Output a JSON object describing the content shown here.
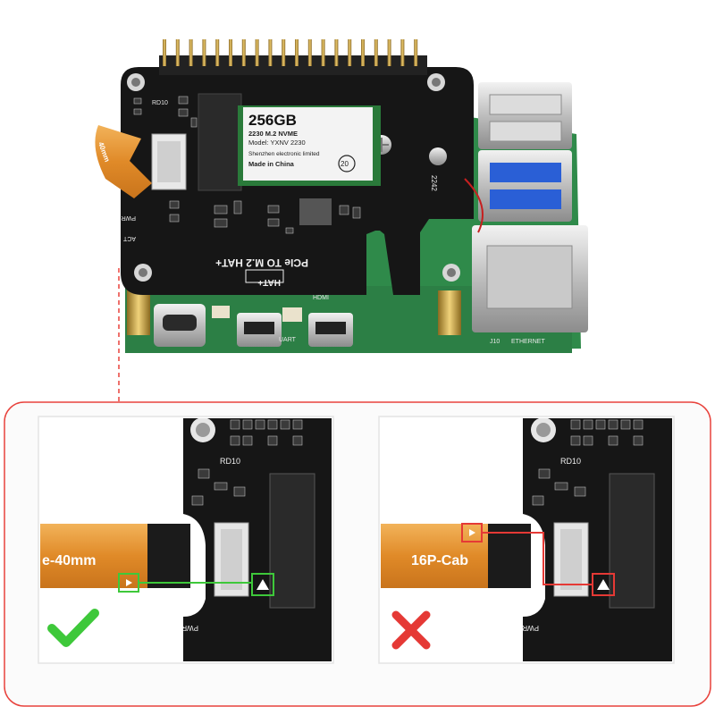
{
  "board": {
    "hat_name": "PCIe TO M.2 HAT+",
    "hat_badge": "HAT+",
    "silk_pwr": "PWR",
    "silk_act": "ACT",
    "silk_rd10": "RD10",
    "silk_2242": "2242",
    "silk_uart": "UART",
    "silk_hdmi": "HDMI",
    "silk_ethernet": "ETHERNET",
    "silk_j10": "J10",
    "cable_label": "40mm"
  },
  "ssd": {
    "capacity": "256GB",
    "spec": "2230 M.2 NVME",
    "model": "Model: YXNV 2230",
    "maker": "Shenzhen electronic limited",
    "origin": "Made in China",
    "badge": "20"
  },
  "panels": {
    "correct": {
      "cable_text": "e-40mm",
      "silk": "RD10",
      "silk_pwr": "PWR",
      "icon": "check-icon"
    },
    "wrong": {
      "cable_text": "16P-Cab",
      "silk": "RD10",
      "silk_pwr": "PWR",
      "icon": "cross-icon"
    }
  },
  "colors": {
    "frame": "#e8423c",
    "correct": "#3ec83a",
    "wrong": "#e53935",
    "pcb_green": "#2f8a4a",
    "hat_black": "#161616",
    "cable": "#e89a3a"
  }
}
